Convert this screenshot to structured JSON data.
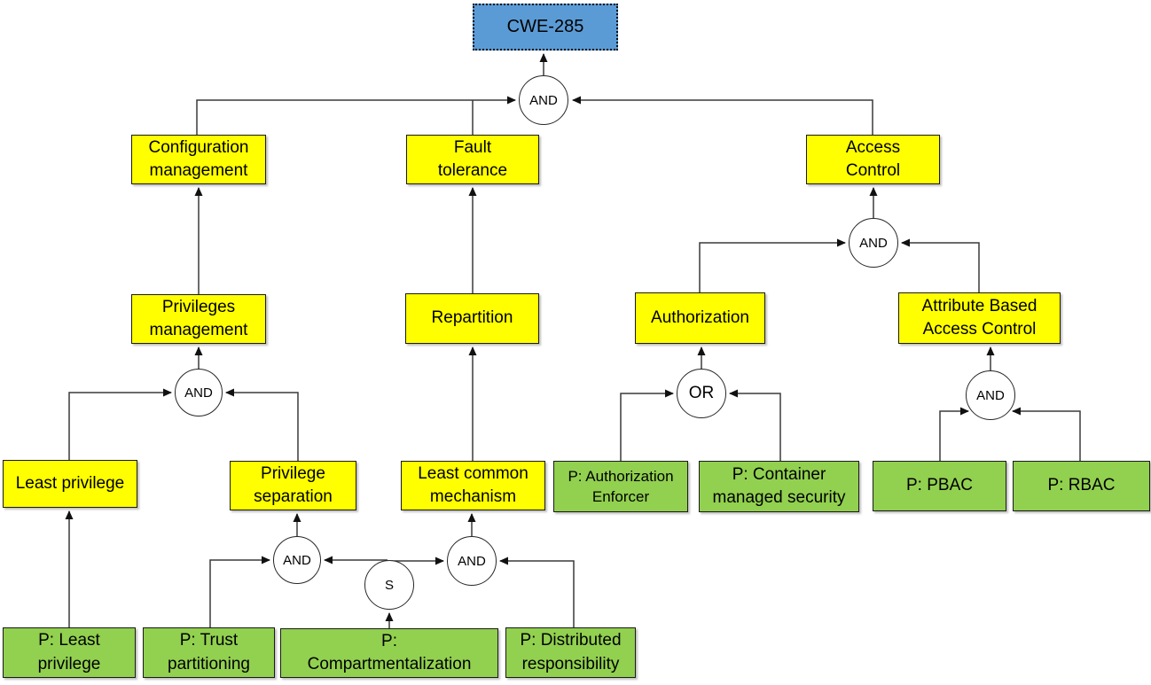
{
  "colors": {
    "root_fill": "#5b9bd5",
    "tactic_fill": "#ffff00",
    "pattern_fill": "#92d050",
    "line_color": "#3a3a3a",
    "arrow_color": "#111111"
  },
  "nodes": {
    "cwe285": {
      "label": "CWE-285",
      "type": "root"
    },
    "configuration_management": {
      "label": "Configuration\nmanagement",
      "type": "tactic"
    },
    "fault_tolerance": {
      "label": "Fault\ntolerance",
      "type": "tactic"
    },
    "access_control": {
      "label": "Access\nControl",
      "type": "tactic"
    },
    "privileges_management": {
      "label": "Privileges\nmanagement",
      "type": "tactic"
    },
    "repartition": {
      "label": "Repartition",
      "type": "tactic"
    },
    "authorization": {
      "label": "Authorization",
      "type": "tactic"
    },
    "attribute_based_access_control": {
      "label": "Attribute Based\nAccess Control",
      "type": "tactic"
    },
    "least_privilege": {
      "label": "Least privilege",
      "type": "tactic"
    },
    "privilege_separation": {
      "label": "Privilege\nseparation",
      "type": "tactic"
    },
    "least_common_mechanism": {
      "label": "Least common\nmechanism",
      "type": "tactic"
    },
    "p_authorization_enforcer": {
      "label": "P: Authorization\nEnforcer",
      "type": "pattern"
    },
    "p_container_managed_security": {
      "label": "P: Container\nmanaged security",
      "type": "pattern"
    },
    "p_pbac": {
      "label": "P: PBAC",
      "type": "pattern"
    },
    "p_rbac": {
      "label": "P: RBAC",
      "type": "pattern"
    },
    "p_least_privilege": {
      "label": "P: Least\nprivilege",
      "type": "pattern"
    },
    "p_trust_partitioning": {
      "label": "P: Trust\npartitioning",
      "type": "pattern"
    },
    "p_compartmentalization": {
      "label": "P:\nCompartmentalization",
      "type": "pattern"
    },
    "p_distributed_responsibility": {
      "label": "P: Distributed\nresponsibility",
      "type": "pattern"
    }
  },
  "gates": {
    "and_top": {
      "label": "AND"
    },
    "and_access": {
      "label": "AND"
    },
    "and_privileges": {
      "label": "AND"
    },
    "or_authorization": {
      "label": "OR"
    },
    "and_abac": {
      "label": "AND"
    },
    "and_separation": {
      "label": "AND"
    },
    "s_gate": {
      "label": "S"
    },
    "and_lcm": {
      "label": "AND"
    }
  },
  "edges": [
    {
      "from": "and_top",
      "to": "cwe285"
    },
    {
      "from": "configuration_management",
      "to": "and_top"
    },
    {
      "from": "fault_tolerance",
      "to": "and_top"
    },
    {
      "from": "access_control",
      "to": "and_top"
    },
    {
      "from": "and_access",
      "to": "access_control"
    },
    {
      "from": "authorization",
      "to": "and_access"
    },
    {
      "from": "attribute_based_access_control",
      "to": "and_access"
    },
    {
      "from": "privileges_management",
      "to": "configuration_management"
    },
    {
      "from": "and_privileges",
      "to": "privileges_management"
    },
    {
      "from": "repartition",
      "to": "fault_tolerance"
    },
    {
      "from": "least_common_mechanism",
      "to": "repartition"
    },
    {
      "from": "or_authorization",
      "to": "authorization"
    },
    {
      "from": "and_abac",
      "to": "attribute_based_access_control"
    },
    {
      "from": "least_privilege",
      "to": "and_privileges"
    },
    {
      "from": "privilege_separation",
      "to": "and_privileges"
    },
    {
      "from": "p_least_privilege",
      "to": "least_privilege"
    },
    {
      "from": "and_separation",
      "to": "privilege_separation"
    },
    {
      "from": "p_trust_partitioning",
      "to": "and_separation"
    },
    {
      "from": "s_gate",
      "to": "and_separation"
    },
    {
      "from": "s_gate",
      "to": "and_lcm"
    },
    {
      "from": "p_compartmentalization",
      "to": "s_gate"
    },
    {
      "from": "and_lcm",
      "to": "least_common_mechanism"
    },
    {
      "from": "p_distributed_responsibility",
      "to": "and_lcm"
    },
    {
      "from": "p_authorization_enforcer",
      "to": "or_authorization"
    },
    {
      "from": "p_container_managed_security",
      "to": "or_authorization"
    },
    {
      "from": "p_pbac",
      "to": "and_abac"
    },
    {
      "from": "p_rbac",
      "to": "and_abac"
    }
  ]
}
